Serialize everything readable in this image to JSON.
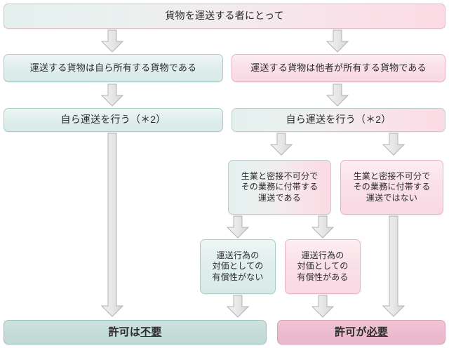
{
  "diagram": {
    "title": "貨物を運送する者にとって",
    "nodes": {
      "root": {
        "label": "貨物を運送する者にとって"
      },
      "own_cargo": {
        "label": "運送する貨物は自ら所有する貨物である"
      },
      "other_cargo": {
        "label": "運送する貨物は他者が所有する貨物である"
      },
      "self_transport_left": {
        "label": "自ら運送を行う（＊2）"
      },
      "self_transport_right": {
        "label": "自ら運送を行う（＊2）"
      },
      "ancillary_yes": {
        "label": "生業と密接不可分で\nその業務に付帯する\n運送である"
      },
      "ancillary_no": {
        "label": "生業と密接不可分で\nその業務に付帯する\n運送ではない"
      },
      "no_consideration": {
        "label": "運送行為の\n対価としての\n有償性がない"
      },
      "has_consideration": {
        "label": "運送行為の\n対価としての\n有償性がある"
      },
      "result_not_required": {
        "prefix": "許可は",
        "emphasis": "不要",
        "full": "許可は不要"
      },
      "result_required": {
        "prefix": "許可が",
        "emphasis": "必要",
        "full": "許可が必要"
      }
    },
    "arrows": [
      {
        "name": "arrow-root-to-own-cargo",
        "from": "root",
        "to": "own_cargo"
      },
      {
        "name": "arrow-root-to-other-cargo",
        "from": "root",
        "to": "other_cargo"
      },
      {
        "name": "arrow-own-cargo-to-self-left",
        "from": "own_cargo",
        "to": "self_transport_left"
      },
      {
        "name": "arrow-other-cargo-to-self-right",
        "from": "other_cargo",
        "to": "self_transport_right"
      },
      {
        "name": "arrow-self-left-to-result",
        "from": "self_transport_left",
        "to": "result_not_required"
      },
      {
        "name": "arrow-self-right-to-ancillary-yes",
        "from": "self_transport_right",
        "to": "ancillary_yes"
      },
      {
        "name": "arrow-self-right-to-ancillary-no",
        "from": "self_transport_right",
        "to": "ancillary_no"
      },
      {
        "name": "arrow-ancillary-yes-to-no-consideration",
        "from": "ancillary_yes",
        "to": "no_consideration"
      },
      {
        "name": "arrow-ancillary-yes-to-has-consideration",
        "from": "ancillary_yes",
        "to": "has_consideration"
      },
      {
        "name": "arrow-ancillary-no-to-result-required",
        "from": "ancillary_no",
        "to": "result_required"
      },
      {
        "name": "arrow-no-consideration-to-result",
        "from": "no_consideration",
        "to": "result_not_required"
      },
      {
        "name": "arrow-has-consideration-to-result",
        "from": "has_consideration",
        "to": "result_required"
      }
    ],
    "colors": {
      "teal_fill": "#dfeeec",
      "teal_border": "#a9cfca",
      "teal_strong": "#c4dcd8",
      "pink_fill": "#fadfe7",
      "pink_border": "#e8b3c5",
      "pink_strong": "#ecbbce",
      "arrow_fill": "#e6e6e6",
      "arrow_border": "#b0b0b0",
      "text": "#2b2b2b",
      "background": "#ffffff"
    }
  }
}
